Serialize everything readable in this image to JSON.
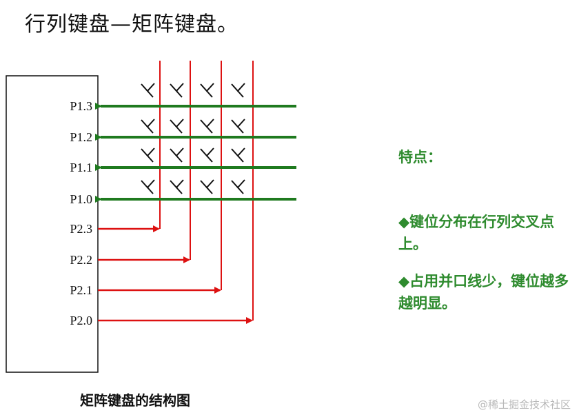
{
  "title": "行列键盘—矩阵键盘。",
  "row_ports": [
    "P1.3",
    "P1.2",
    "P1.1",
    "P1.0"
  ],
  "col_ports": [
    "P2.3",
    "P2.2",
    "P2.1",
    "P2.0"
  ],
  "features": {
    "heading": "特点：",
    "items": [
      "◆键位分布在行列交叉点上。",
      "◆占用并口线少，键位越多越明显。"
    ]
  },
  "caption": "矩阵键盘的结构图",
  "watermark": "@稀土掘金技术社区",
  "colors": {
    "row_line": "#1f7a1f",
    "col_line": "#dd1111",
    "key_symbol": "#111111",
    "feature_text": "#2e8b2e"
  }
}
